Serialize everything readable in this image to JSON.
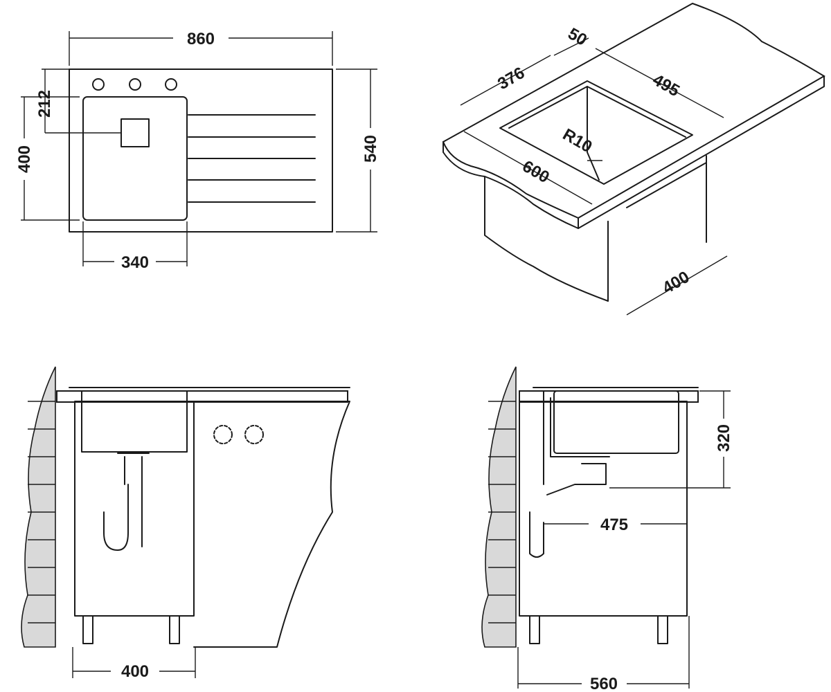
{
  "top_view": {
    "overall_width": "860",
    "overall_depth": "540",
    "bowl_depth": "400",
    "tap_offset": "212",
    "bowl_width": "340"
  },
  "iso_view": {
    "edge_50": "50",
    "edge_376": "376",
    "edge_495": "495",
    "radius": "R10",
    "length_600": "600",
    "cabinet_400": "400"
  },
  "front_view": {
    "cabinet_width": "400"
  },
  "side_view": {
    "height_320": "320",
    "drain_475": "475",
    "cabinet_560": "560"
  }
}
